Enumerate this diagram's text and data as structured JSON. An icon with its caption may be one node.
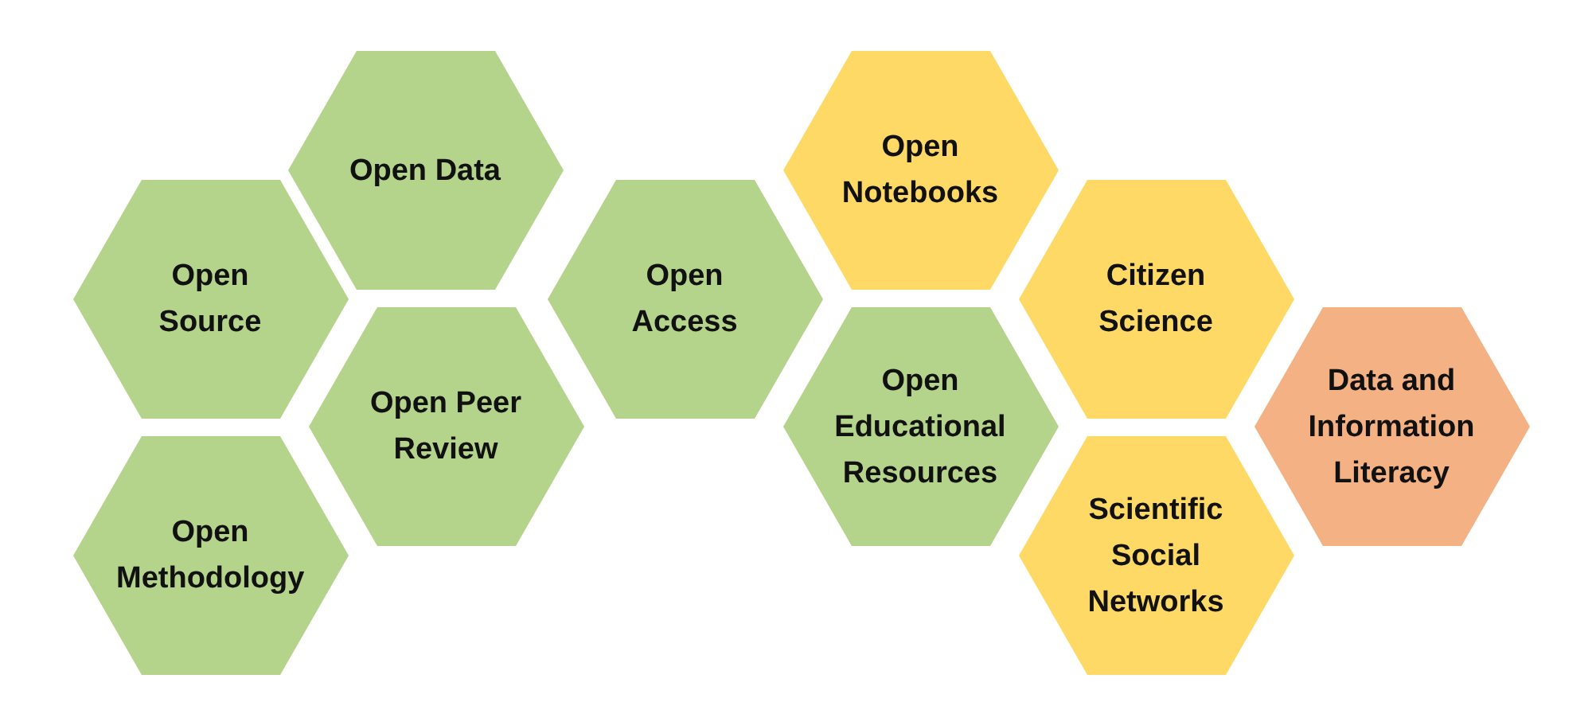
{
  "diagram": {
    "nodes": [
      {
        "text": [
          "Open Data"
        ]
      },
      {
        "text": [
          "Open Notebooks"
        ]
      },
      {
        "text": [
          "Open Source"
        ]
      },
      {
        "text": [
          "Open Access"
        ]
      },
      {
        "text": [
          "Citizen Science"
        ]
      },
      {
        "text": [
          "Open Peer Review"
        ]
      },
      {
        "text": [
          "Open Educational Resources"
        ]
      },
      {
        "text": [
          "Data and Information Literacy"
        ]
      },
      {
        "text": [
          "Open Methodology"
        ]
      },
      {
        "text": [
          "Scientific Social Networks"
        ]
      }
    ]
  }
}
